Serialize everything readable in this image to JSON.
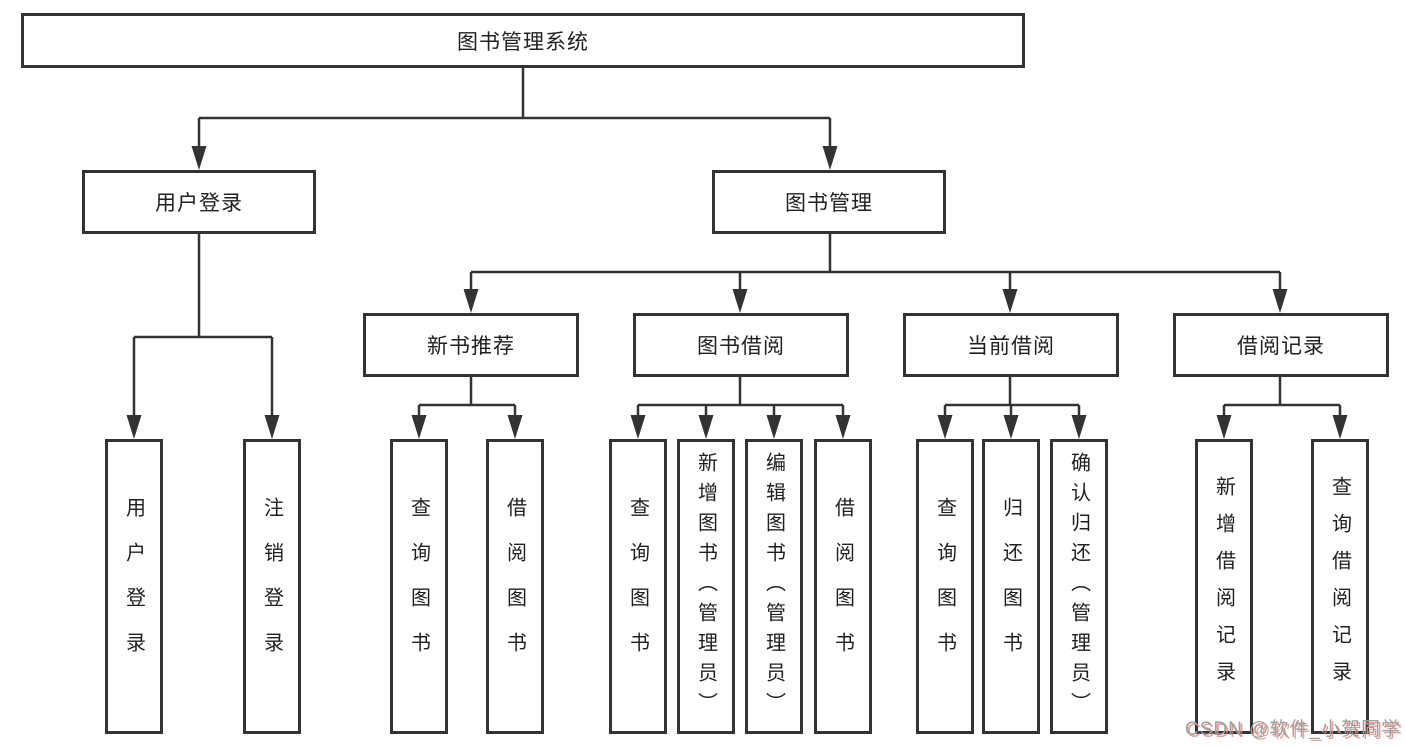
{
  "diagram": {
    "title": "图书管理系统",
    "level2": {
      "user_login": "用户登录",
      "book_management": "图书管理"
    },
    "level3": {
      "new_book_recommend": "新书推荐",
      "book_borrow": "图书借阅",
      "current_borrow": "当前借阅",
      "borrow_record": "借阅记录"
    },
    "leaves": {
      "user_login_do": "用户登录",
      "logout": "注销登录",
      "nb_query_book": "查询图书",
      "nb_borrow_book": "借阅图书",
      "bb_query_book": "查询图书",
      "bb_add_book": "新增图书（管理员）",
      "bb_edit_book": "编辑图书（管理员）",
      "bb_borrow_book": "借阅图书",
      "cb_query_book": "查询图书",
      "cb_return_book": "归还图书",
      "cb_confirm_return": "确认归还（管理员）",
      "br_add_record": "新增借阅记录",
      "br_query_record": "查询借阅记录"
    }
  },
  "watermark": {
    "text": "CSDN @软件_小贺同学"
  },
  "colors": {
    "line": "#333333",
    "text": "#212121",
    "background": "#ffffff",
    "watermark": "#9e9e9e",
    "watermark_accent": "#d97d76"
  }
}
